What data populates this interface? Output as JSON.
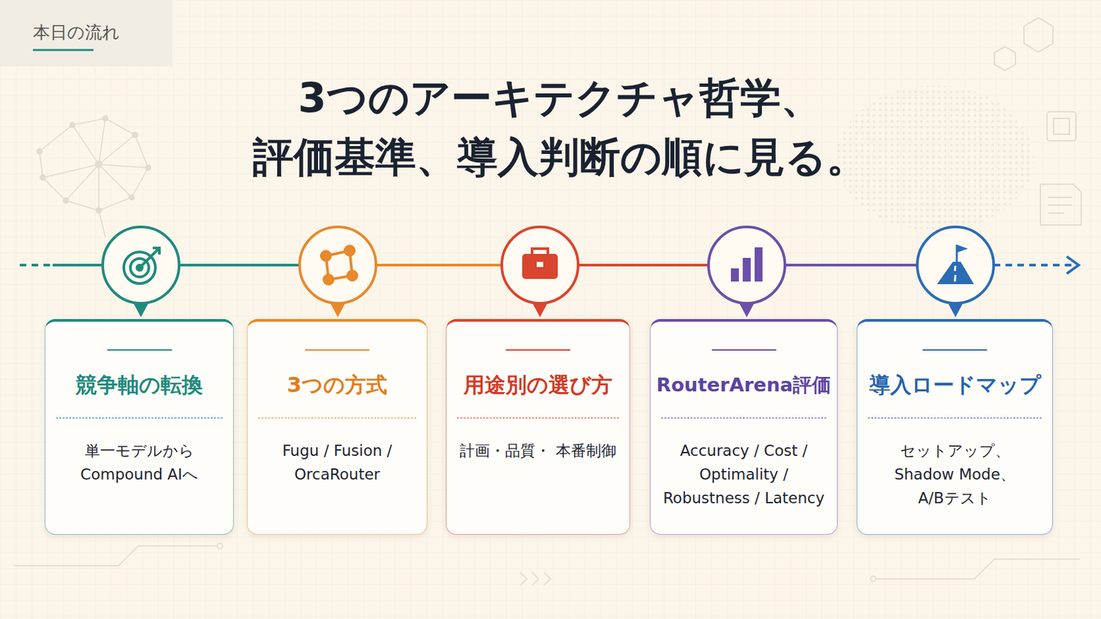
{
  "diagram": {
    "title": "3つのアーキテクチャ哲学、 評価基準、導入判断の順に見る。",
    "nodes": [
      {
        "text": [
          "競争軸の転換",
          "単一モデルから Compound AIへ"
        ]
      },
      {
        "text": [
          "3つの方式",
          "Fugu / Fusion / OrcaRouter"
        ]
      },
      {
        "text": [
          "用途別の選び方",
          "計画・品質・ 本番制御"
        ]
      },
      {
        "text": [
          "RouterArena評価",
          "Accuracy / Cost / Optimality / Robustness / Latency"
        ]
      },
      {
        "text": [
          "導入ロードマップ",
          "セットアップ、 Shadow Mode、 A/Bテスト"
        ]
      }
    ],
    "labels": [
      "本日の流れ"
    ]
  }
}
